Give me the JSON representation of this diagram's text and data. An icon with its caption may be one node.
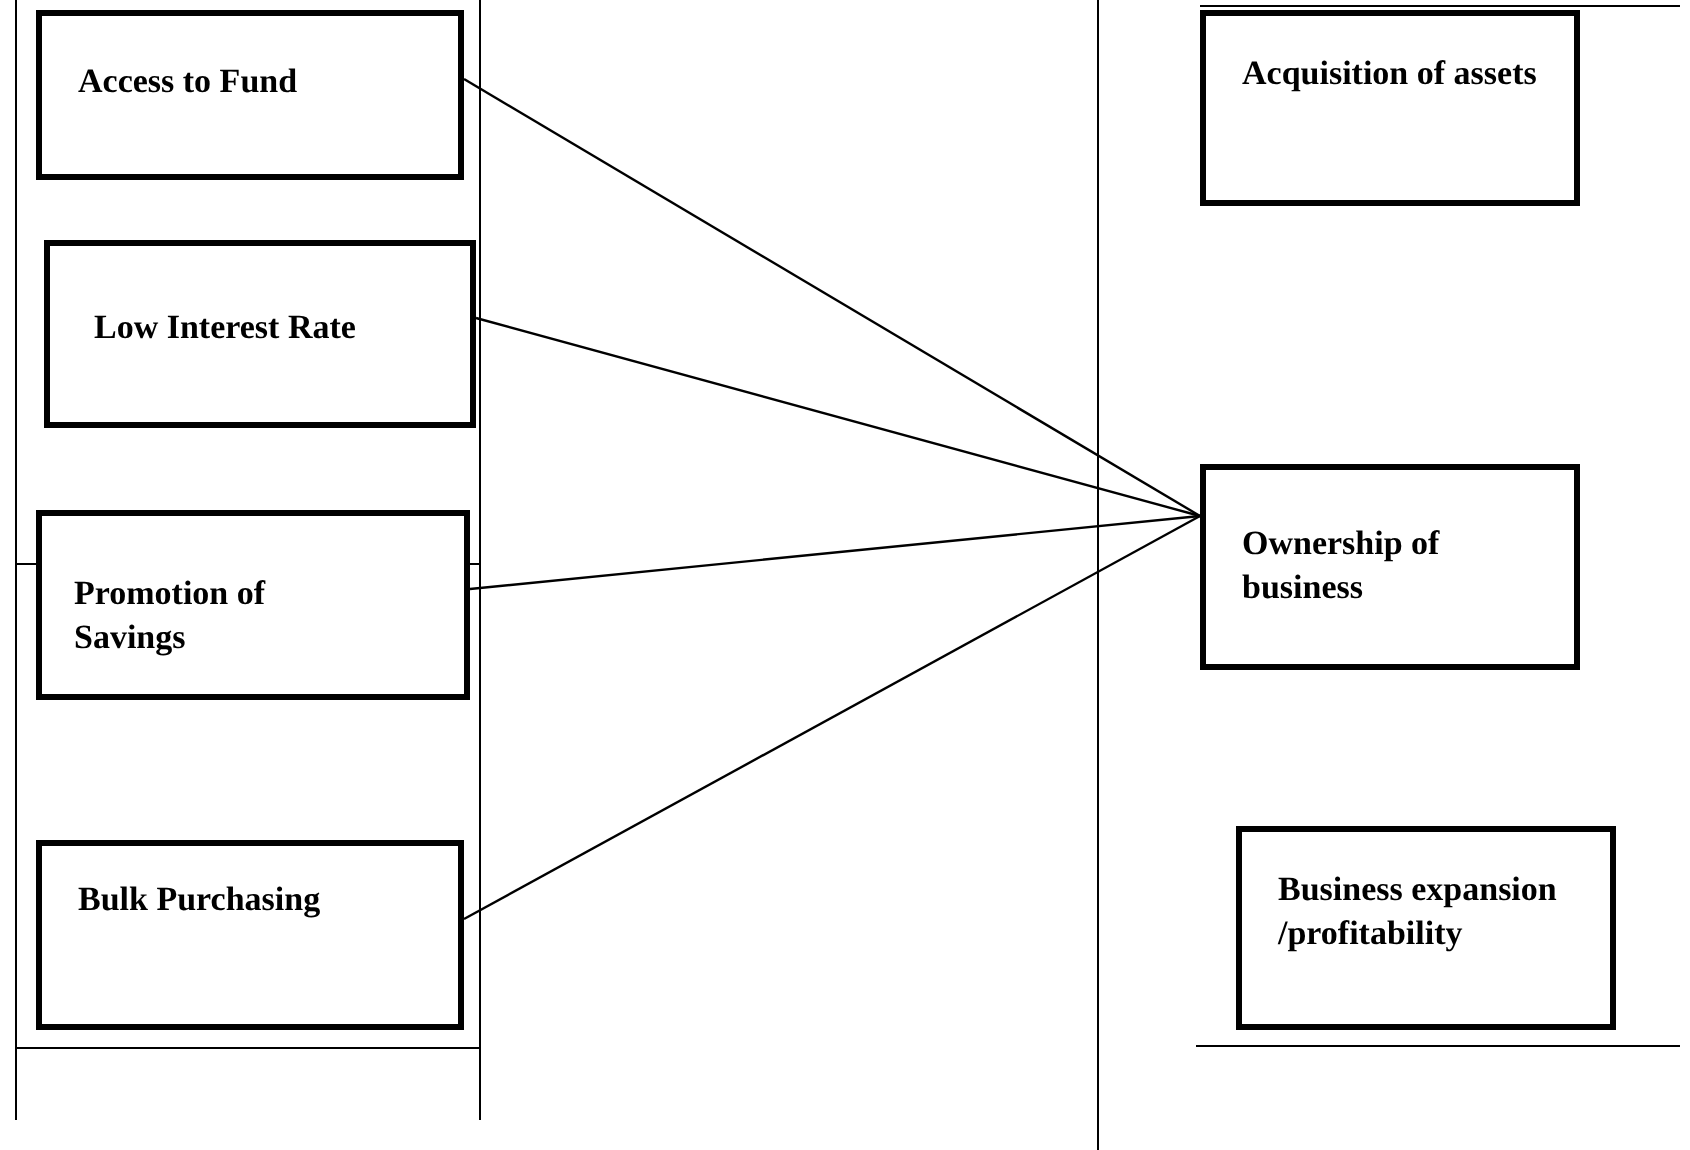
{
  "diagram": {
    "nodes": [
      {
        "text": [
          "Access to Fund"
        ]
      },
      {
        "text": [
          "Low Interest Rate"
        ]
      },
      {
        "text": [
          "Promotion of Savings"
        ]
      },
      {
        "text": [
          "Bulk Purchasing"
        ]
      },
      {
        "text": [
          "Acquisition of assets"
        ]
      },
      {
        "text": [
          "Ownership of business"
        ]
      },
      {
        "text": [
          "Business expansion /profitability"
        ]
      }
    ],
    "edges": [
      {
        "from": 0,
        "to": 5,
        "arrow": "none"
      },
      {
        "from": 1,
        "to": 5,
        "arrow": "none"
      },
      {
        "from": 2,
        "to": 5,
        "arrow": "none"
      },
      {
        "from": 3,
        "to": 5,
        "arrow": "none"
      }
    ]
  }
}
